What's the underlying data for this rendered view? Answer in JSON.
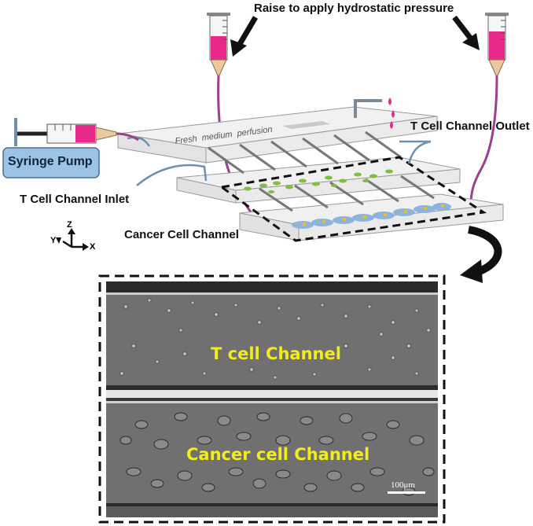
{
  "labels": {
    "hydrostatic": "Raise to apply hydrostatic pressure",
    "syringe_pump": "Syringe Pump",
    "t_outlet": "T Cell Channel Outlet",
    "t_inlet": "T Cell Channel Inlet",
    "cancer_channel": "Cancer Cell Channel",
    "fresh_medium": "Fresh  medium  perfusion",
    "axis_z": "Z",
    "axis_y": "Y",
    "axis_x": "X"
  },
  "micrograph": {
    "t_cell_channel": "T cell Channel",
    "cancer_cell_channel": "Cancer cell Channel",
    "scale_bar": "100μm"
  },
  "colors": {
    "syringe_fluid": "#e8288a",
    "tubing": "#9b3f8e",
    "pump_box": "#9cc3e6",
    "t_cells": "#7fbf3f",
    "cancer_cells": "#8fb4dc",
    "micro_text": "#f2ec1a"
  }
}
